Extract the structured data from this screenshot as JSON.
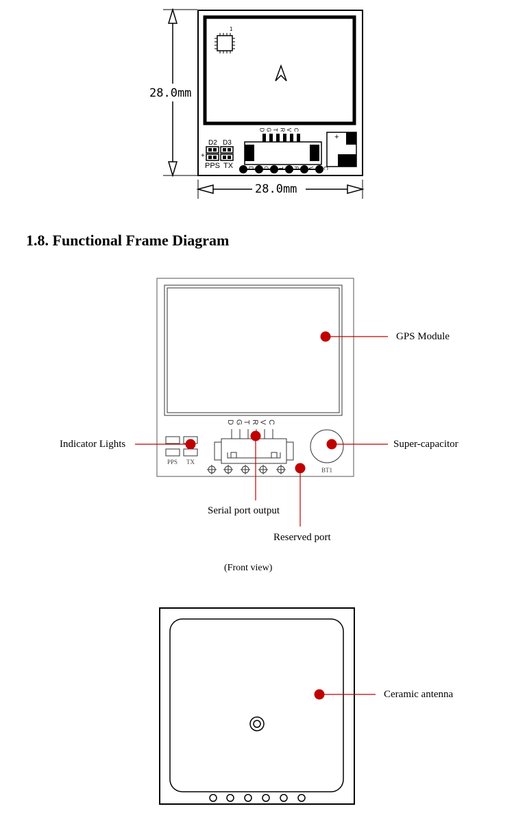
{
  "top_drawing": {
    "height_label": "28.0mm",
    "width_label": "28.0mm",
    "led_labels": [
      "D2",
      "D3"
    ],
    "indicator_labels": [
      "PPS",
      "TX"
    ],
    "pin_labels": [
      "D",
      "G",
      "T",
      "R",
      "V",
      "C"
    ],
    "pin_labels_bottom": [
      "D",
      "G",
      "T",
      "R",
      "V",
      "C"
    ],
    "chip_pin1": "1",
    "cap_plus": "+",
    "led_plus": "+"
  },
  "section": {
    "title": "1.8. Functional Frame Diagram"
  },
  "front_view": {
    "pin_labels": [
      "D",
      "G",
      "T",
      "R",
      "V",
      "C"
    ],
    "indicator_labels": [
      "PPS",
      "TX"
    ],
    "capacitor_label": "BT1",
    "caption": "(Front view)",
    "callouts": {
      "gps_module": "GPS Module",
      "indicator_lights": "Indicator Lights",
      "super_capacitor": "Super-capacitor",
      "serial_port_output": "Serial port output",
      "reserved_port": "Reserved port"
    },
    "marker_color": "#c00000"
  },
  "back_view": {
    "callouts": {
      "ceramic_antenna": "Ceramic antenna"
    }
  }
}
